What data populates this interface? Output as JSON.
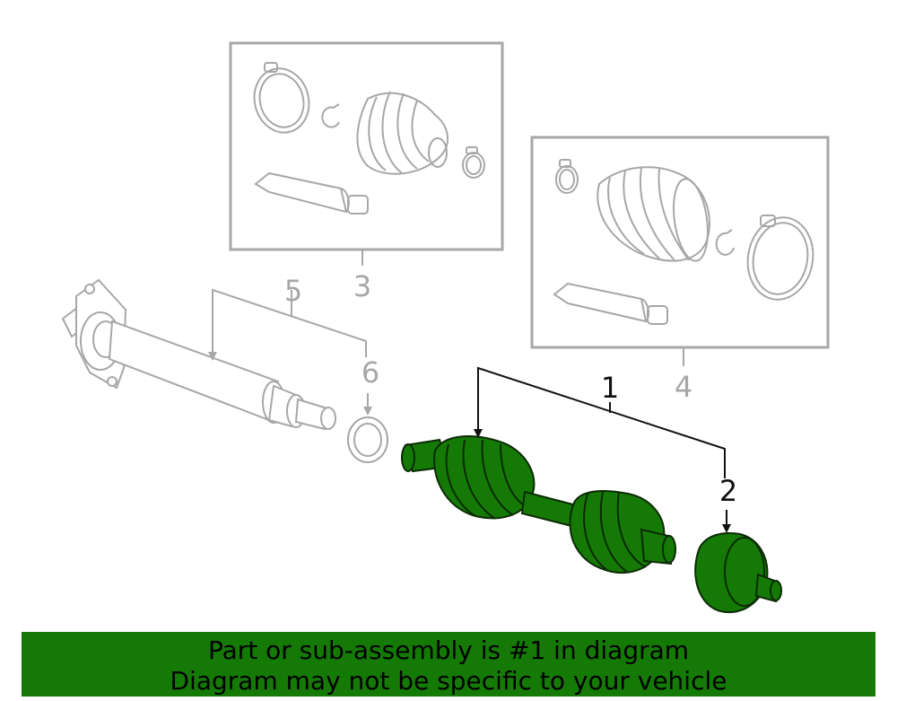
{
  "callouts": {
    "c1": "1",
    "c2": "2",
    "c3": "3",
    "c4": "4",
    "c5": "5",
    "c6": "6"
  },
  "banner": {
    "line1": "Part or sub-assembly is #1 in diagram",
    "line2": "Diagram may not be specific to your vehicle"
  },
  "colors": {
    "highlight": "#157a05",
    "line_gray": "#a7a7a7",
    "leader_black": "#111111"
  }
}
